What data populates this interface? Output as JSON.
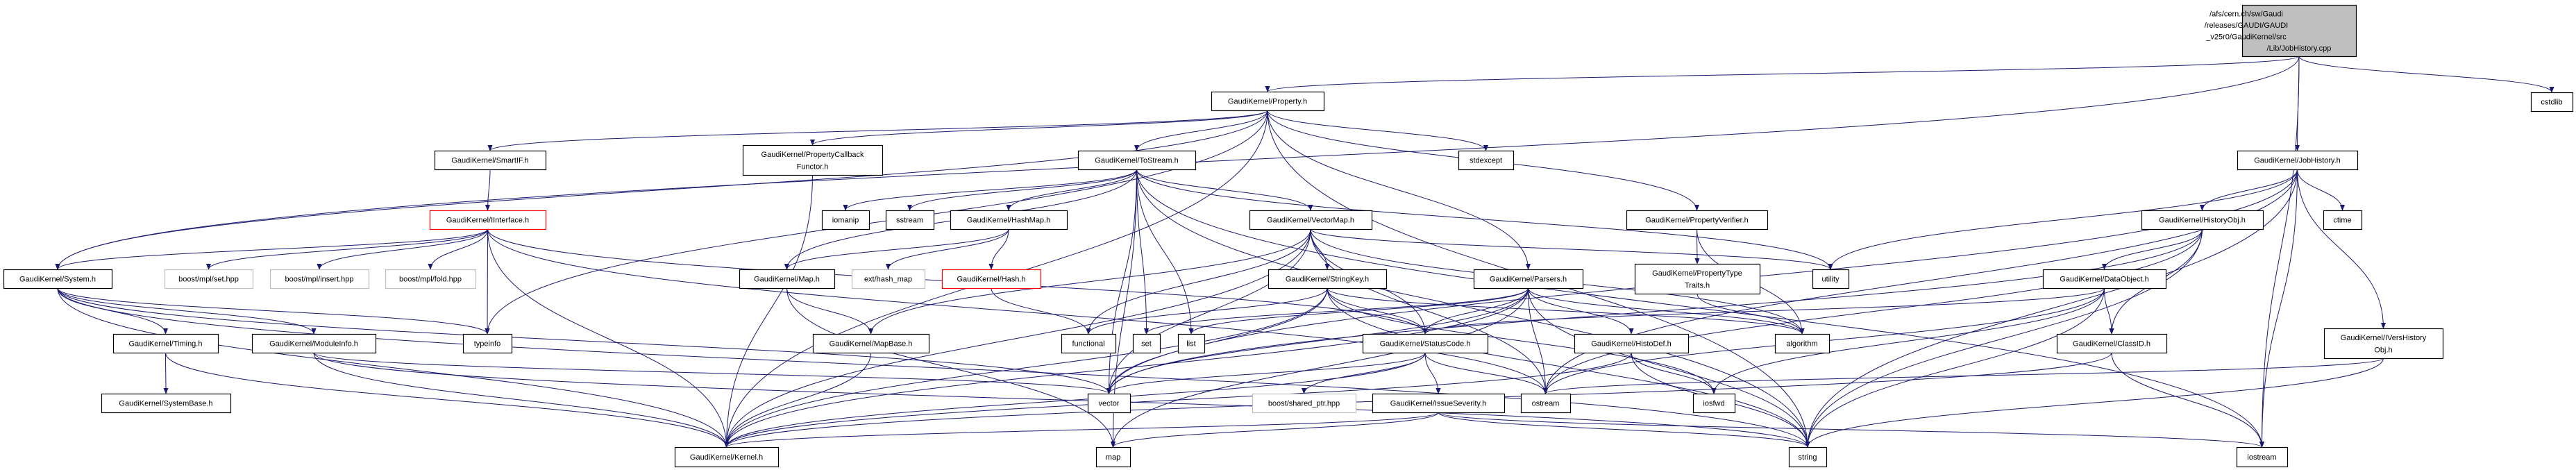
{
  "colors": {
    "edge": "#191970",
    "missing_border": "#ff0000",
    "external_border": "#bfbfbf",
    "root_fill": "#bfbfbf"
  },
  "nodes": {
    "root": {
      "lines": [
        "/afs/cern.ch/sw/Gaudi",
        "/releases/GAUDI/GAUDI",
        "_v25r0/GaudiKernel/src",
        "/Lib/JobHistory.cpp"
      ],
      "style": "root"
    },
    "property": {
      "lines": [
        "GaudiKernel/Property.h"
      ],
      "style": "normal"
    },
    "cstdlib": {
      "lines": [
        "cstdlib"
      ],
      "style": "normal"
    },
    "smartif": {
      "lines": [
        "GaudiKernel/SmartIF.h"
      ],
      "style": "normal"
    },
    "propcb": {
      "lines": [
        "GaudiKernel/PropertyCallback",
        "Functor.h"
      ],
      "style": "normal"
    },
    "tostream": {
      "lines": [
        "GaudiKernel/ToStream.h"
      ],
      "style": "normal"
    },
    "stdexcept": {
      "lines": [
        "stdexcept"
      ],
      "style": "normal"
    },
    "jobhistory": {
      "lines": [
        "GaudiKernel/JobHistory.h"
      ],
      "style": "normal"
    },
    "interface": {
      "lines": [
        "GaudiKernel/IInterface.h"
      ],
      "style": "red"
    },
    "iomanip": {
      "lines": [
        "iomanip"
      ],
      "style": "normal"
    },
    "sstream": {
      "lines": [
        "sstream"
      ],
      "style": "normal"
    },
    "hashmap": {
      "lines": [
        "GaudiKernel/HashMap.h"
      ],
      "style": "normal"
    },
    "vectormap": {
      "lines": [
        "GaudiKernel/VectorMap.h"
      ],
      "style": "normal"
    },
    "propverifier": {
      "lines": [
        "GaudiKernel/PropertyVerifier.h"
      ],
      "style": "normal"
    },
    "historyobj": {
      "lines": [
        "GaudiKernel/HistoryObj.h"
      ],
      "style": "normal"
    },
    "ctime": {
      "lines": [
        "ctime"
      ],
      "style": "normal"
    },
    "system": {
      "lines": [
        "GaudiKernel/System.h"
      ],
      "style": "normal"
    },
    "mplset": {
      "lines": [
        "boost/mpl/set.hpp"
      ],
      "style": "gray"
    },
    "mplinsert": {
      "lines": [
        "boost/mpl/insert.hpp"
      ],
      "style": "gray"
    },
    "mplfold": {
      "lines": [
        "boost/mpl/fold.hpp"
      ],
      "style": "gray"
    },
    "map_h": {
      "lines": [
        "GaudiKernel/Map.h"
      ],
      "style": "normal"
    },
    "exthashmap": {
      "lines": [
        "ext/hash_map"
      ],
      "style": "gray"
    },
    "hash": {
      "lines": [
        "GaudiKernel/Hash.h"
      ],
      "style": "red"
    },
    "stringkey": {
      "lines": [
        "GaudiKernel/StringKey.h"
      ],
      "style": "normal"
    },
    "parsers": {
      "lines": [
        "GaudiKernel/Parsers.h"
      ],
      "style": "normal"
    },
    "proptypetraits": {
      "lines": [
        "GaudiKernel/PropertyType",
        "Traits.h"
      ],
      "style": "normal"
    },
    "utility": {
      "lines": [
        "utility"
      ],
      "style": "normal"
    },
    "dataobject": {
      "lines": [
        "GaudiKernel/DataObject.h"
      ],
      "style": "normal"
    },
    "timing": {
      "lines": [
        "GaudiKernel/Timing.h"
      ],
      "style": "normal"
    },
    "moduleinfo": {
      "lines": [
        "GaudiKernel/ModuleInfo.h"
      ],
      "style": "normal"
    },
    "typeinfo": {
      "lines": [
        "typeinfo"
      ],
      "style": "normal"
    },
    "mapbase": {
      "lines": [
        "GaudiKernel/MapBase.h"
      ],
      "style": "normal"
    },
    "functional": {
      "lines": [
        "functional"
      ],
      "style": "normal"
    },
    "set": {
      "lines": [
        "set"
      ],
      "style": "normal"
    },
    "list": {
      "lines": [
        "list"
      ],
      "style": "normal"
    },
    "statuscode": {
      "lines": [
        "GaudiKernel/StatusCode.h"
      ],
      "style": "normal"
    },
    "histodef": {
      "lines": [
        "GaudiKernel/HistoDef.h"
      ],
      "style": "normal"
    },
    "algorithm": {
      "lines": [
        "algorithm"
      ],
      "style": "normal"
    },
    "classid": {
      "lines": [
        "GaudiKernel/ClassID.h"
      ],
      "style": "normal"
    },
    "ivershistory": {
      "lines": [
        "GaudiKernel/IVersHistory",
        "Obj.h"
      ],
      "style": "normal"
    },
    "systembase": {
      "lines": [
        "GaudiKernel/SystemBase.h"
      ],
      "style": "normal"
    },
    "vector": {
      "lines": [
        "vector"
      ],
      "style": "normal"
    },
    "sharedptr": {
      "lines": [
        "boost/shared_ptr.hpp"
      ],
      "style": "gray"
    },
    "issueseverity": {
      "lines": [
        "GaudiKernel/IssueSeverity.h"
      ],
      "style": "normal"
    },
    "ostream": {
      "lines": [
        "ostream"
      ],
      "style": "normal"
    },
    "iosfwd": {
      "lines": [
        "iosfwd"
      ],
      "style": "normal"
    },
    "kernel": {
      "lines": [
        "GaudiKernel/Kernel.h"
      ],
      "style": "normal"
    },
    "map": {
      "lines": [
        "map"
      ],
      "style": "normal"
    },
    "string": {
      "lines": [
        "string"
      ],
      "style": "normal"
    },
    "iostream": {
      "lines": [
        "iostream"
      ],
      "style": "normal"
    }
  },
  "edges": [
    [
      "root",
      "property"
    ],
    [
      "root",
      "system"
    ],
    [
      "root",
      "jobhistory"
    ],
    [
      "root",
      "cstdlib"
    ],
    [
      "root",
      "iostream"
    ],
    [
      "property",
      "smartif"
    ],
    [
      "property",
      "propcb"
    ],
    [
      "property",
      "tostream"
    ],
    [
      "property",
      "stdexcept"
    ],
    [
      "property",
      "propverifier"
    ],
    [
      "property",
      "parsers"
    ],
    [
      "property",
      "kernel"
    ],
    [
      "property",
      "typeinfo"
    ],
    [
      "property",
      "string"
    ],
    [
      "property",
      "system"
    ],
    [
      "smartif",
      "interface"
    ],
    [
      "interface",
      "system"
    ],
    [
      "interface",
      "mplset"
    ],
    [
      "interface",
      "mplinsert"
    ],
    [
      "interface",
      "mplfold"
    ],
    [
      "interface",
      "typeinfo"
    ],
    [
      "interface",
      "kernel"
    ],
    [
      "interface",
      "statuscode"
    ],
    [
      "interface",
      "ostream"
    ],
    [
      "system",
      "timing"
    ],
    [
      "system",
      "moduleinfo"
    ],
    [
      "system",
      "typeinfo"
    ],
    [
      "system",
      "kernel"
    ],
    [
      "system",
      "vector"
    ],
    [
      "system",
      "string"
    ],
    [
      "timing",
      "systembase"
    ],
    [
      "timing",
      "kernel"
    ],
    [
      "moduleinfo",
      "kernel"
    ],
    [
      "moduleinfo",
      "string"
    ],
    [
      "moduleinfo",
      "vector"
    ],
    [
      "propcb",
      "kernel"
    ],
    [
      "tostream",
      "iomanip"
    ],
    [
      "tostream",
      "sstream"
    ],
    [
      "tostream",
      "hashmap"
    ],
    [
      "tostream",
      "vectormap"
    ],
    [
      "tostream",
      "map_h"
    ],
    [
      "tostream",
      "set"
    ],
    [
      "tostream",
      "list"
    ],
    [
      "tostream",
      "vector"
    ],
    [
      "tostream",
      "map"
    ],
    [
      "tostream",
      "string"
    ],
    [
      "tostream",
      "iostream"
    ],
    [
      "tostream",
      "utility"
    ],
    [
      "hashmap",
      "map_h"
    ],
    [
      "hashmap",
      "exthashmap"
    ],
    [
      "hashmap",
      "hash"
    ],
    [
      "hash",
      "functional"
    ],
    [
      "map_h",
      "mapbase"
    ],
    [
      "map_h",
      "map"
    ],
    [
      "mapbase",
      "kernel"
    ],
    [
      "vectormap",
      "stringkey"
    ],
    [
      "vectormap",
      "mapbase"
    ],
    [
      "vectormap",
      "functional"
    ],
    [
      "vectormap",
      "vector"
    ],
    [
      "vectormap",
      "algorithm"
    ],
    [
      "vectormap",
      "utility"
    ],
    [
      "vectormap",
      "ostream"
    ],
    [
      "vectormap",
      "statuscode"
    ],
    [
      "vectormap",
      "kernel"
    ],
    [
      "stringkey",
      "statuscode"
    ],
    [
      "stringkey",
      "kernel"
    ],
    [
      "stringkey",
      "string"
    ],
    [
      "stringkey",
      "functional"
    ],
    [
      "stringkey",
      "vector"
    ],
    [
      "stringkey",
      "iosfwd"
    ],
    [
      "stringkey",
      "algorithm"
    ],
    [
      "parsers",
      "statuscode"
    ],
    [
      "parsers",
      "histodef"
    ],
    [
      "parsers",
      "vector"
    ],
    [
      "parsers",
      "list"
    ],
    [
      "parsers",
      "set"
    ],
    [
      "parsers",
      "map"
    ],
    [
      "parsers",
      "string"
    ],
    [
      "parsers",
      "algorithm"
    ],
    [
      "parsers",
      "kernel"
    ],
    [
      "parsers",
      "ostream"
    ],
    [
      "statuscode",
      "issueseverity"
    ],
    [
      "statuscode",
      "sharedptr"
    ],
    [
      "statuscode",
      "ostream"
    ],
    [
      "statuscode",
      "vector"
    ],
    [
      "statuscode",
      "kernel"
    ],
    [
      "issueseverity",
      "kernel"
    ],
    [
      "issueseverity",
      "map"
    ],
    [
      "issueseverity",
      "string"
    ],
    [
      "issueseverity",
      "iostream"
    ],
    [
      "histodef",
      "iosfwd"
    ],
    [
      "histodef",
      "string"
    ],
    [
      "histodef",
      "kernel"
    ],
    [
      "propverifier",
      "proptypetraits"
    ],
    [
      "propverifier",
      "algorithm"
    ],
    [
      "proptypetraits",
      "algorithm"
    ],
    [
      "jobhistory",
      "historyobj"
    ],
    [
      "jobhistory",
      "ctime"
    ],
    [
      "jobhistory",
      "ivershistory"
    ],
    [
      "jobhistory",
      "utility"
    ],
    [
      "jobhistory",
      "vector"
    ],
    [
      "jobhistory",
      "string"
    ],
    [
      "jobhistory",
      "ostream"
    ],
    [
      "jobhistory",
      "iostream"
    ],
    [
      "historyobj",
      "dataobject"
    ],
    [
      "historyobj",
      "classid"
    ],
    [
      "historyobj",
      "string"
    ],
    [
      "historyobj",
      "ostream"
    ],
    [
      "historyobj",
      "vector"
    ],
    [
      "dataobject",
      "classid"
    ],
    [
      "dataobject",
      "statuscode"
    ],
    [
      "dataobject",
      "string"
    ],
    [
      "dataobject",
      "ostream"
    ],
    [
      "dataobject",
      "iosfwd"
    ],
    [
      "classid",
      "kernel"
    ],
    [
      "classid",
      "iostream"
    ],
    [
      "ivershistory",
      "string"
    ],
    [
      "ivershistory",
      "ostream"
    ]
  ]
}
